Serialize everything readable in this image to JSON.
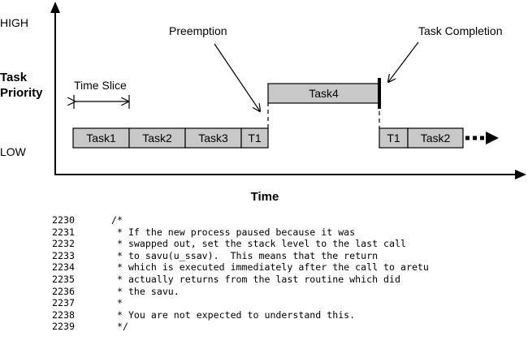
{
  "diagram": {
    "y_axis": {
      "high_label": "HIGH",
      "title_line1": "Task",
      "title_line2": "Priority",
      "low_label": "LOW"
    },
    "x_axis": {
      "title": "Time"
    },
    "annotations": {
      "time_slice": "Time Slice",
      "preemption": "Preemption",
      "task_completion": "Task Completion"
    },
    "low_tasks": [
      "Task1",
      "Task2",
      "Task3",
      "T1"
    ],
    "high_task": "Task4",
    "resumed_tasks": [
      "T1",
      "Task2"
    ],
    "colors": {
      "task_fill": "#c8c8c8",
      "stroke": "#000000"
    }
  },
  "code": [
    {
      "line": "2230",
      "text": "/*"
    },
    {
      "line": "2231",
      "text": " * If the new process paused because it was"
    },
    {
      "line": "2232",
      "text": " * swapped out, set the stack level to the last call"
    },
    {
      "line": "2233",
      "text": " * to savu(u_ssav).  This means that the return"
    },
    {
      "line": "2234",
      "text": " * which is executed immediately after the call to aretu"
    },
    {
      "line": "2235",
      "text": " * actually returns from the last routine which did"
    },
    {
      "line": "2236",
      "text": " * the savu."
    },
    {
      "line": "2237",
      "text": " *"
    },
    {
      "line": "2238",
      "text": " * You are not expected to understand this."
    },
    {
      "line": "2239",
      "text": " */"
    }
  ]
}
